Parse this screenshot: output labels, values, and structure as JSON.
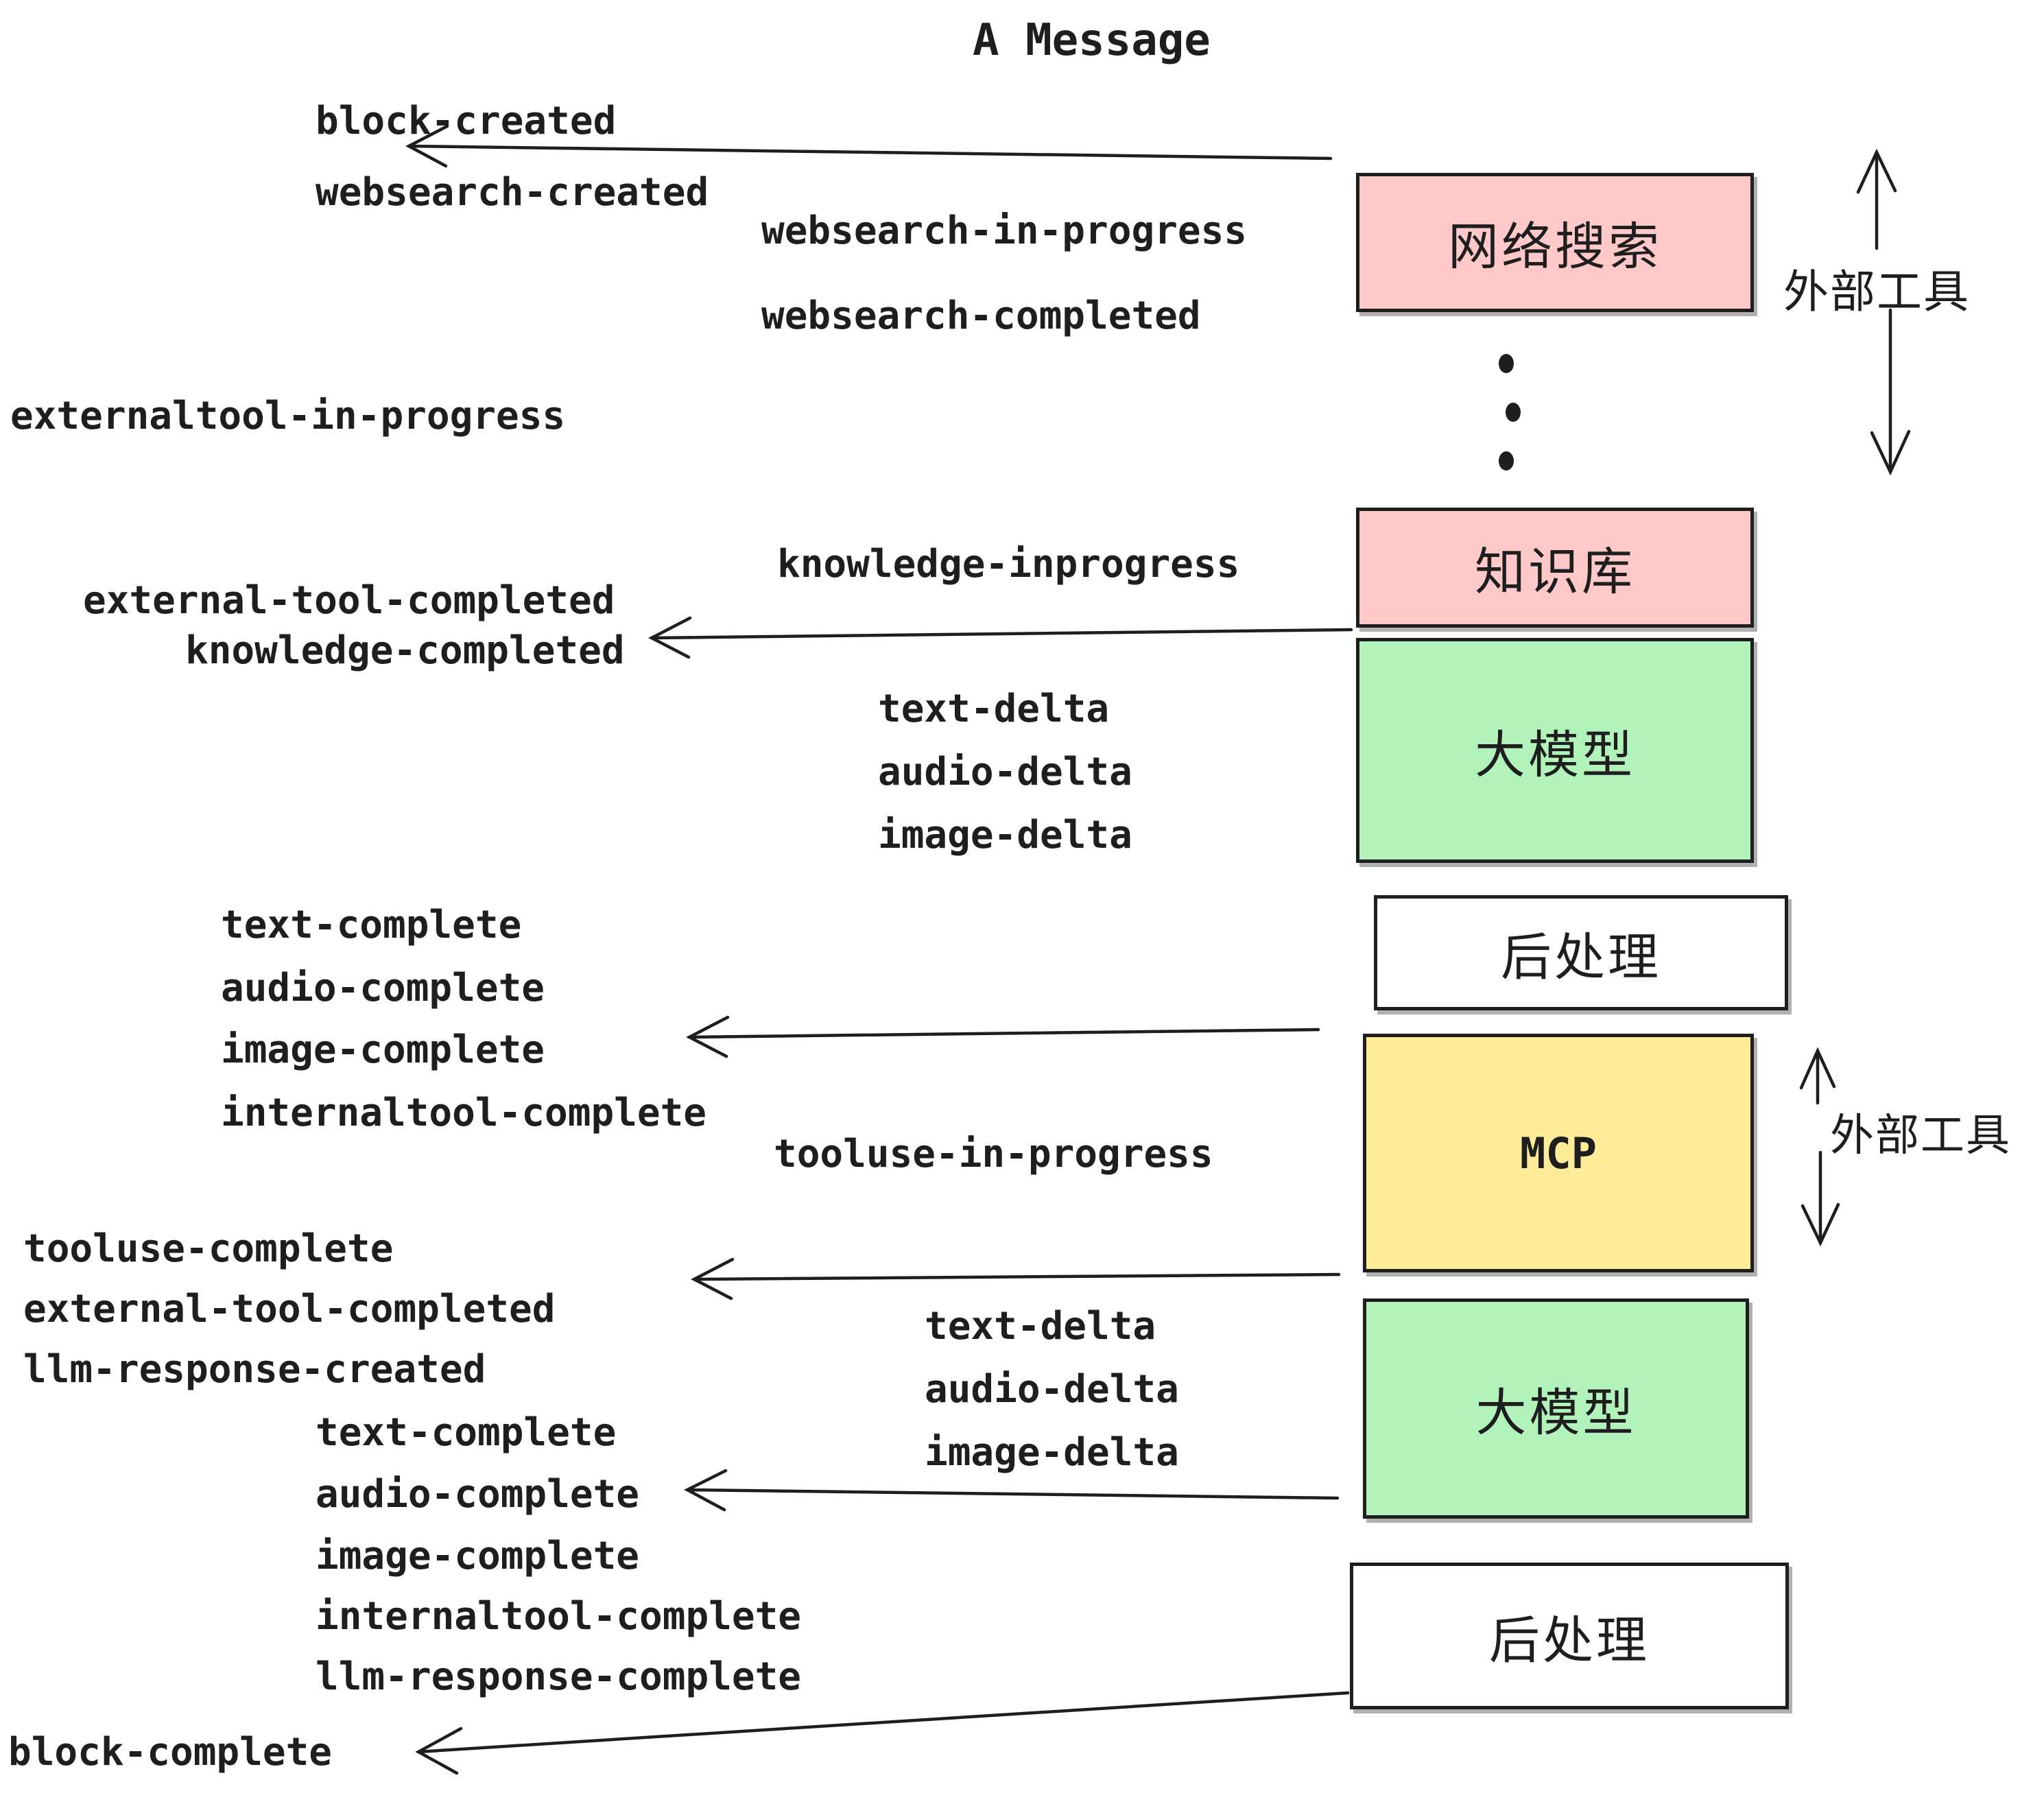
{
  "title": "A Message",
  "colors": {
    "box_pink": "#ffc9c9",
    "box_green": "#b2f2bb",
    "box_yellow": "#ffec99",
    "box_white": "#ffffff",
    "stroke": "#1e1e1e"
  },
  "boxes": {
    "websearch": "网络搜索",
    "knowledge": "知识库",
    "llm1": "大模型",
    "post1": "后处理",
    "mcp": "MCP",
    "llm2": "大模型",
    "post2": "后处理"
  },
  "side_labels": {
    "external_tools_top": "外部工具",
    "external_tools_mcp": "外部工具"
  },
  "events": {
    "block_created": "block-created",
    "websearch_created": "websearch-created",
    "websearch_in_progress": "websearch-in-progress",
    "websearch_completed": "websearch-completed",
    "externaltool_in_progress": "externaltool-in-progress",
    "knowledge_inprogress": "knowledge-inprogress",
    "external_tool_completed_1": "external-tool-completed",
    "knowledge_completed": "knowledge-completed",
    "text_delta_1": "text-delta",
    "audio_delta_1": "audio-delta",
    "image_delta_1": "image-delta",
    "text_complete_1": "text-complete",
    "audio_complete_1": "audio-complete",
    "image_complete_1": "image-complete",
    "internaltool_complete_1": "internaltool-complete",
    "tooluse_in_progress": "tooluse-in-progress",
    "tooluse_complete": "tooluse-complete",
    "external_tool_completed_2": "external-tool-completed",
    "llm_response_created": "llm-response-created",
    "text_complete_2": "text-complete",
    "audio_complete_2": "audio-complete",
    "image_complete_2": "image-complete",
    "internaltool_complete_2": "internaltool-complete",
    "llm_response_complete": "llm-response-complete",
    "block_complete": "block-complete",
    "text_delta_2": "text-delta",
    "audio_delta_2": "audio-delta",
    "image_delta_2": "image-delta"
  }
}
